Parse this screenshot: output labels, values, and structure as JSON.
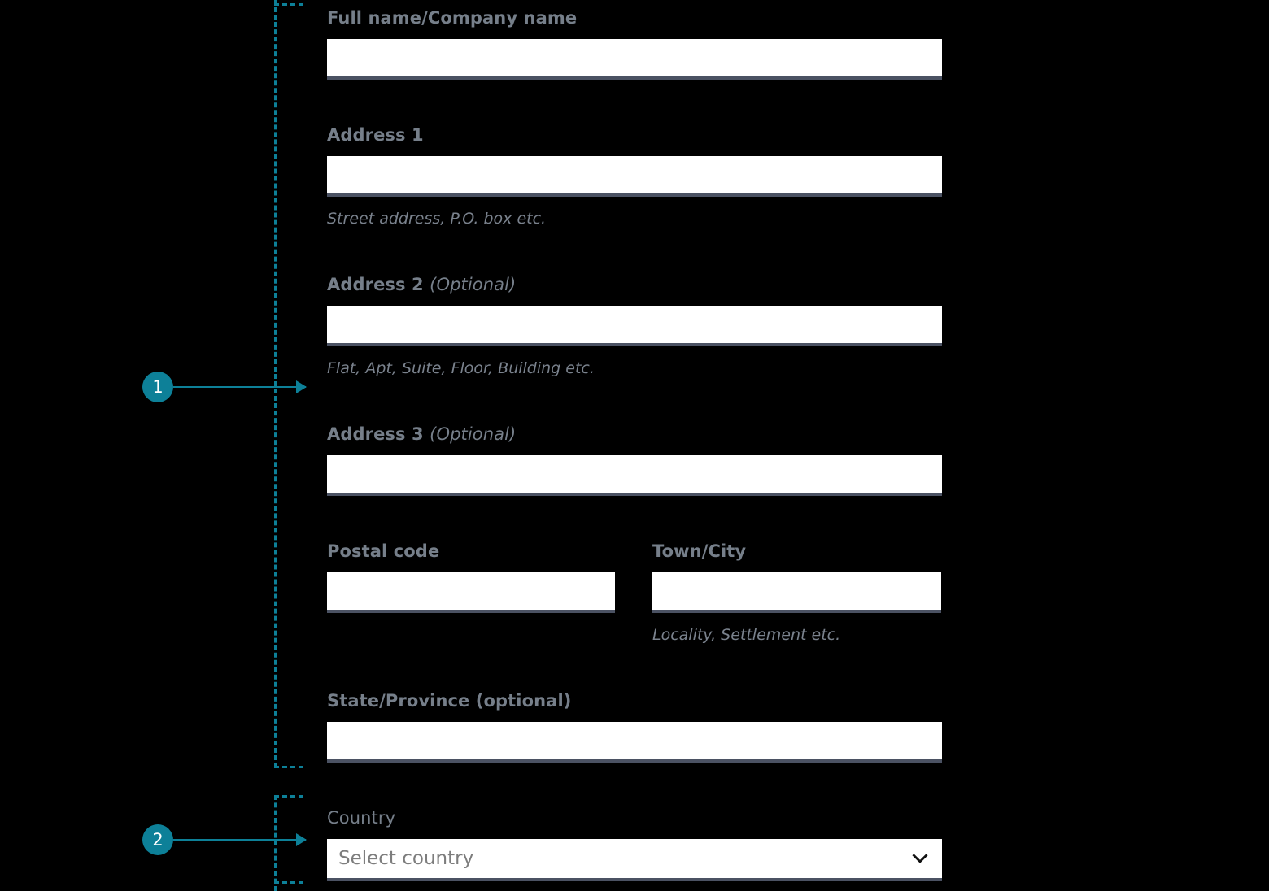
{
  "theme": {
    "background": "#000000",
    "accent_teal": "#0d8098",
    "label_color": "#767f8a",
    "hint_color": "#7a828d",
    "input_fill": "#ffffff",
    "input_underline": "#4b5263",
    "placeholder_color": "#7d7d7d"
  },
  "callouts": [
    {
      "number": "1"
    },
    {
      "number": "2"
    }
  ],
  "form": {
    "fields": [
      {
        "label": "Full name/Company name",
        "optional_suffix": "",
        "value": "",
        "hint": ""
      },
      {
        "label": "Address 1",
        "optional_suffix": "",
        "value": "",
        "hint": "Street address, P.O. box etc."
      },
      {
        "label": "Address 2",
        "optional_suffix": "(Optional)",
        "value": "",
        "hint": "Flat, Apt, Suite, Floor, Building etc."
      },
      {
        "label": "Address 3",
        "optional_suffix": "(Optional)",
        "value": "",
        "hint": ""
      },
      {
        "label": "Postal code",
        "optional_suffix": "",
        "value": "",
        "hint": ""
      },
      {
        "label": "Town/City",
        "optional_suffix": "",
        "value": "",
        "hint": "Locality, Settlement etc."
      },
      {
        "label": "State/Province (optional)",
        "optional_suffix": "",
        "value": "",
        "hint": ""
      }
    ],
    "country": {
      "label": "Country",
      "placeholder": "Select country",
      "selected": "",
      "chevron_icon": "chevron-down-icon"
    }
  }
}
